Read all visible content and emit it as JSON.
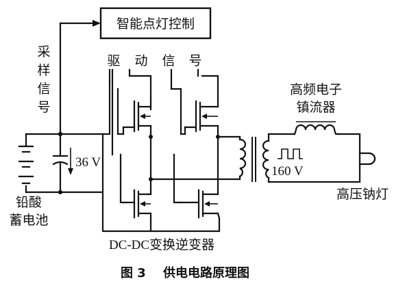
{
  "controller": {
    "label": "智能点灯控制"
  },
  "drive_signal": {
    "chars": [
      "驱",
      "动",
      "信",
      "号"
    ]
  },
  "sample_signal": {
    "chars": [
      "采",
      "样",
      "信",
      "号"
    ]
  },
  "battery": {
    "voltage": "36 V",
    "label_line1": "铅酸",
    "label_line2": "蓄电池"
  },
  "ballast": {
    "label_line1": "高频电子",
    "label_line2": "镇流器"
  },
  "waveform": {
    "voltage": "160 V"
  },
  "lamp": {
    "label": "高压钠灯"
  },
  "inverter": {
    "label": "DC-DC变换逆变器"
  },
  "caption": {
    "number": "图 3",
    "title": "供电电路原理图"
  }
}
